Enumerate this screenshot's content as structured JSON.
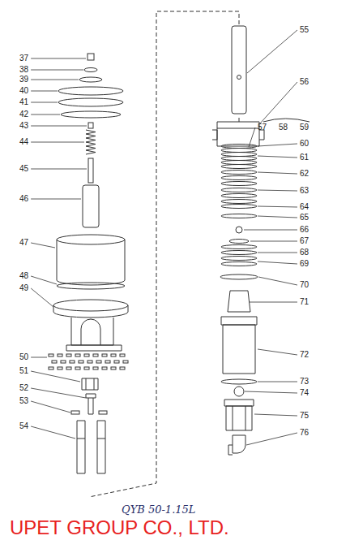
{
  "diagram": {
    "labels": [
      "37",
      "38",
      "39",
      "40",
      "41",
      "42",
      "43",
      "44",
      "45",
      "46",
      "47",
      "48",
      "49",
      "50",
      "51",
      "52",
      "53",
      "54",
      "55",
      "56",
      "57",
      "58",
      "59",
      "60",
      "61",
      "62",
      "63",
      "64",
      "65",
      "66",
      "67",
      "68",
      "69",
      "70",
      "71",
      "72",
      "73",
      "74",
      "75",
      "76",
      "UPET GROUP CO., LTD.",
      "QYB 50-1.15L"
    ]
  }
}
